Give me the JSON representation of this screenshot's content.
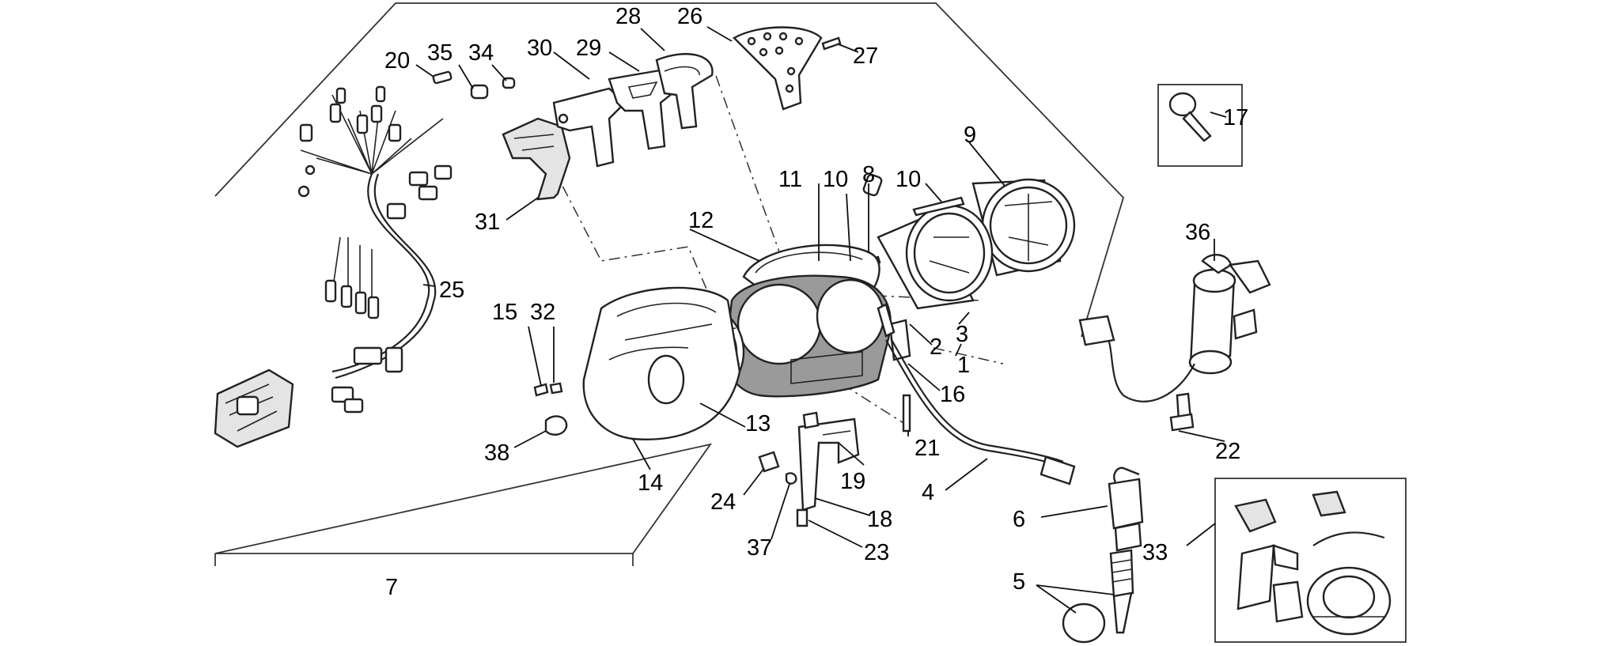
{
  "labels": {
    "l1": "1",
    "l2": "2",
    "l3": "3",
    "l4": "4",
    "l5": "5",
    "l6": "6",
    "l7": "7",
    "l8": "8",
    "l9": "9",
    "l10a": "10",
    "l10b": "10",
    "l11": "11",
    "l12": "12",
    "l13": "13",
    "l14": "14",
    "l15": "15",
    "l16": "16",
    "l17": "17",
    "l18": "18",
    "l19": "19",
    "l20": "20",
    "l21": "21",
    "l22": "22",
    "l23": "23",
    "l24": "24",
    "l25": "25",
    "l26": "26",
    "l27": "27",
    "l28": "28",
    "l29": "29",
    "l30": "30",
    "l31": "31",
    "l32": "32",
    "l33": "33",
    "l34": "34",
    "l35": "35",
    "l36": "36",
    "l37": "37",
    "l38": "38"
  }
}
